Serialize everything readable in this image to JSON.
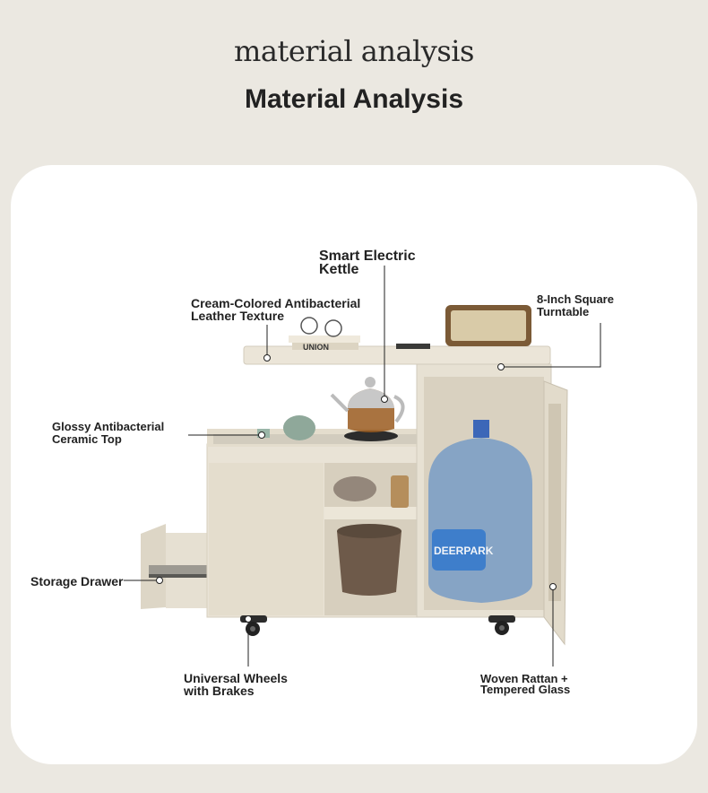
{
  "header": {
    "script_title": "material analysis",
    "title": "Material Analysis"
  },
  "callouts": {
    "kettle": {
      "line1": "Smart Electric",
      "line2": "Kettle"
    },
    "leather": {
      "line1": "Cream-Colored Antibacterial",
      "line2": "Leather Texture"
    },
    "turntable": {
      "line1": "8-Inch Square",
      "line2": "Turntable"
    },
    "ceramic": {
      "line1": "Glossy Antibacterial",
      "line2": "Ceramic Top"
    },
    "drawer": {
      "line1": "Storage Drawer"
    },
    "wheels": {
      "line1": "Universal Wheels",
      "line2": "with Brakes"
    },
    "rattan": {
      "line1": "Woven Rattan +",
      "line2": "Tempered Glass"
    }
  },
  "product_text": {
    "book": "UNION",
    "bottle": "DEERPARK"
  },
  "colors": {
    "background": "#ebe8e1",
    "card": "#ffffff",
    "cabinet": "#e9e3d6",
    "line": "#222222"
  }
}
